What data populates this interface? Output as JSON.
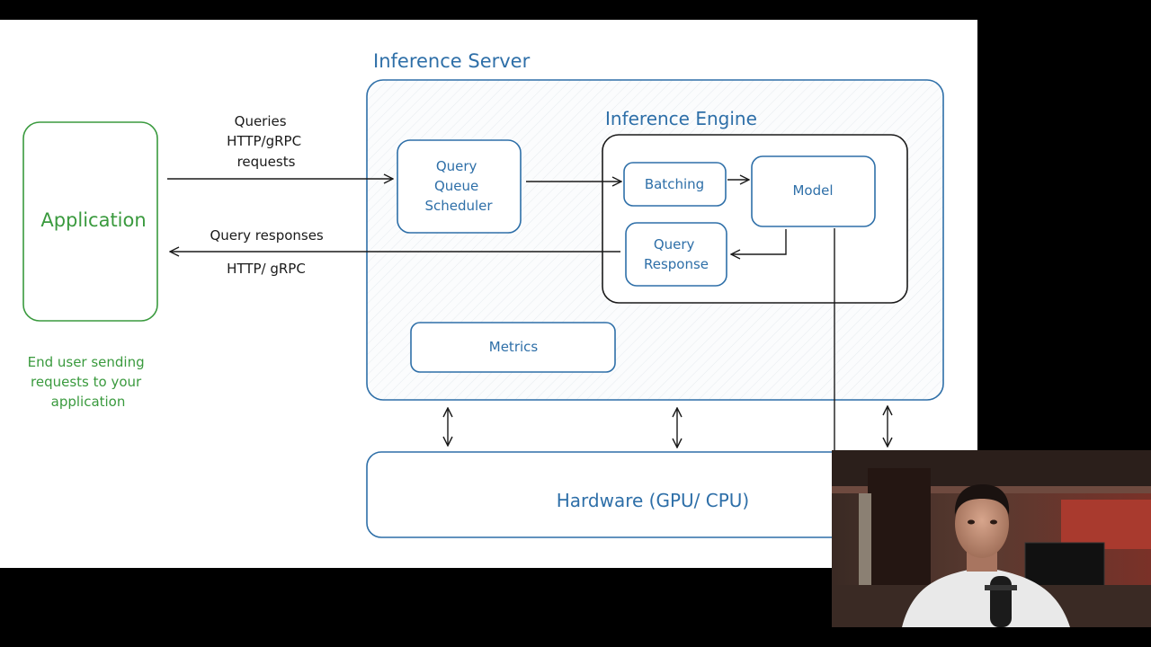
{
  "diagram": {
    "server_title": "Inference Server",
    "engine_title": "Inference Engine",
    "application_label": "Application",
    "end_user_caption": [
      "End user sending",
      "requests to your",
      "application"
    ],
    "request_label": [
      "Queries",
      "HTTP/gRPC",
      "requests"
    ],
    "response_label": [
      "Query responses",
      "HTTP/ gRPC"
    ],
    "scheduler_label": [
      "Query",
      "Queue",
      "Scheduler"
    ],
    "batching_label": "Batching",
    "model_label": "Model",
    "query_response_label": [
      "Query",
      "Response"
    ],
    "metrics_label": "Metrics",
    "hardware_label": "Hardware (GPU/ CPU)"
  },
  "colors": {
    "blue": "#2e6fa8",
    "green": "#3a9a3e",
    "black": "#1a1a1a",
    "hatch": "#e9eef2"
  },
  "overlay": {
    "webcam_icon": "presenter-webcam"
  }
}
